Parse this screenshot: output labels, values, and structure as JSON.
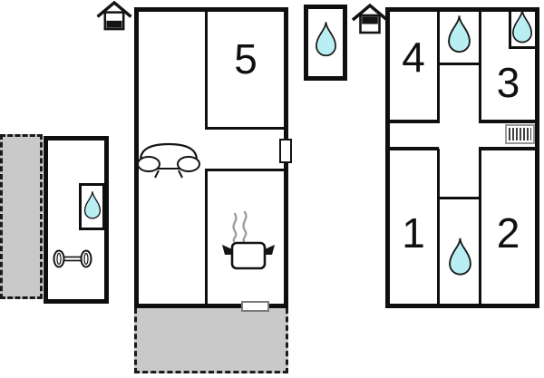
{
  "title": "holiday-home-floor-plan",
  "colors": {
    "wall": "#0f0f0f",
    "water_drop": "#b9eef2",
    "water_drop_stroke": "#1a1a1a",
    "terrace": "#c9c9c9",
    "steam": "#9e9e9e",
    "radiator_stripe": "#3f3f3f",
    "background": "#ffffff"
  },
  "rooms": {
    "room1": {
      "label": "1"
    },
    "room2": {
      "label": "2"
    },
    "room3": {
      "label": "3"
    },
    "room4": {
      "label": "4"
    },
    "room5": {
      "label": "5"
    }
  },
  "icons": {
    "entrance_left": "house-entrance-icon",
    "entrance_right": "house-entrance-icon",
    "water": "water-drop-icon",
    "living_room": "sofa-icon",
    "kitchen": "cooking-pot-icon",
    "heating": "radiator-icon",
    "fitness": "dumbbell-icon"
  }
}
